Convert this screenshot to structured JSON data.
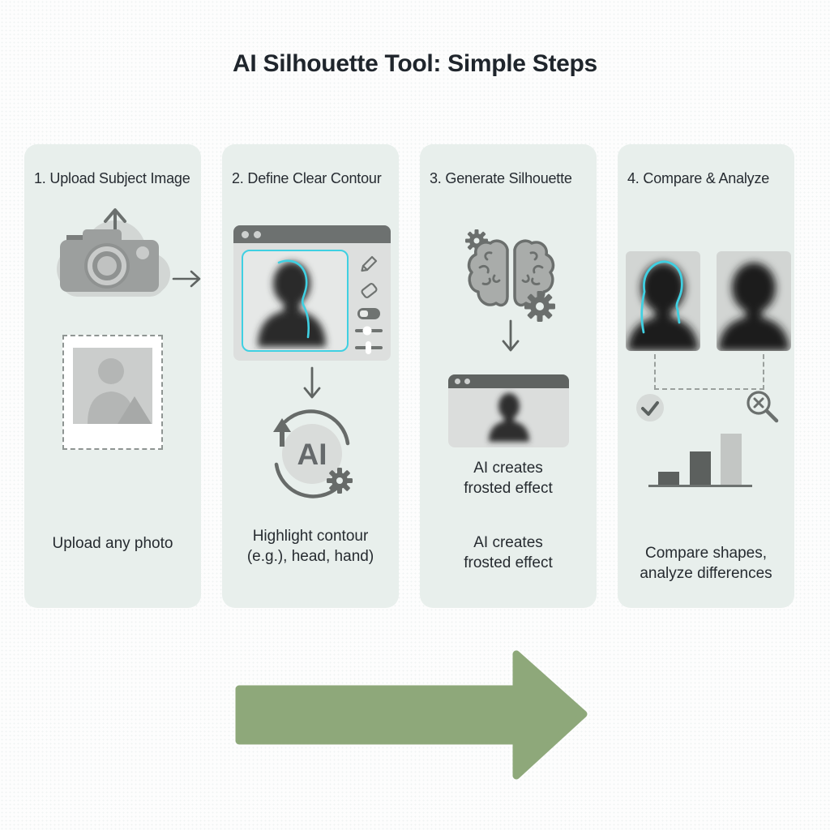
{
  "title": "AI Silhouette Tool: Simple Steps",
  "steps": {
    "step1": {
      "header": "1. Upload Subject Image",
      "caption": "Upload any photo"
    },
    "step2": {
      "header": "2. Define Clear Contour",
      "ai_label": "AI",
      "caption": "Highlight contour\n(e.g.), head, hand)"
    },
    "step3": {
      "header": "3. Generate Silhouette",
      "caption_upper": "AI creates\nfrosted effect",
      "caption_lower": "AI creates\nfrosted effect"
    },
    "step4": {
      "header": "4. Compare & Analyze",
      "caption": "Compare shapes,\nanalyze differences",
      "mini_bar_chart": {
        "type": "bar",
        "values_relative": [
          1,
          2.5,
          3.9
        ],
        "bar_colors": [
          "#5c605e",
          "#5c605e",
          "#c3c6c4"
        ]
      }
    }
  },
  "icons": {
    "step1": [
      "upload-arrow-icon",
      "cloud-icon",
      "camera-icon",
      "arrow-right-icon",
      "photo-placeholder-icon"
    ],
    "step2": [
      "window-dots-icon",
      "person-silhouette-icon",
      "pencil-icon",
      "eraser-icon",
      "toggle-icon",
      "slider-icon",
      "arrow-down-icon",
      "ai-cycle-icon",
      "gear-icon",
      "arrow-up-icon"
    ],
    "step3": [
      "gear-icon",
      "brain-icon",
      "arrow-down-icon",
      "window-dots-icon",
      "person-silhouette-icon"
    ],
    "step4": [
      "person-silhouette-icon",
      "contour-line-icon",
      "check-icon",
      "magnifier-x-icon",
      "bar-chart-icon"
    ],
    "footer": [
      "big-arrow-right-icon"
    ]
  },
  "colors": {
    "page_bg": "#fdfdfd",
    "panel_bg": "#e8efec",
    "accent_cyan": "#3fd0e2",
    "arrow_green": "#8ea87a",
    "icon_gray_dark": "#6b706e",
    "icon_gray_mid": "#9c9f9e",
    "icon_gray_light": "#d2d6d4",
    "silhouette": "#2b2b2b",
    "text_dark": "#21262c"
  }
}
